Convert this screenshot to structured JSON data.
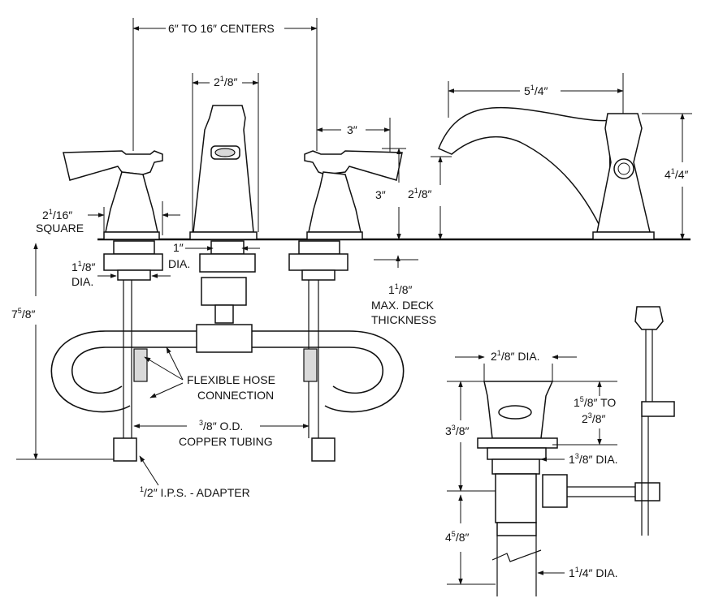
{
  "labels": {
    "centers": "6″ TO 16″ CENTERS",
    "spout_width_top": "2",
    "spout_width_sup": "1",
    "spout_width_den": "/8″",
    "handle_offset": "3″",
    "handle_height": "3″",
    "spout_height_whole": "2",
    "spout_height_sup": "1",
    "spout_height_den": "/8″",
    "reach_whole": "5",
    "reach_sup": "1",
    "reach_den": "/4″",
    "overall_height_whole": "4",
    "overall_height_sup": "1",
    "overall_height_den": "/4″",
    "square_whole": "2",
    "square_sup": "1",
    "square_den": "/16″",
    "square_text": "SQUARE",
    "hole_dia_value": "1″",
    "hole_dia_text": "DIA.",
    "shank_dia_whole": "1",
    "shank_dia_sup": "1",
    "shank_dia_den": "/8″",
    "shank_dia_text": "DIA.",
    "deck_whole": "1",
    "deck_sup": "1",
    "deck_den": "/8″",
    "deck_line1": "MAX. DECK",
    "deck_line2": "THICKNESS",
    "below_whole": "7",
    "below_sup": "5",
    "below_den": "/8″",
    "hose_line1": "FLEXIBLE HOSE",
    "hose_line2": "CONNECTION",
    "copper_sup": "3",
    "copper_den": "/8″  O.D.",
    "copper_line2": "COPPER TUBING",
    "adapter_sup": "1",
    "adapter_den": "/2″ I.P.S. - ADAPTER",
    "drain_dia_whole": "2",
    "drain_dia_sup": "1",
    "drain_dia_den": "/8″ DIA.",
    "drain_height_whole": "3",
    "drain_height_sup": "3",
    "drain_height_den": "/8″",
    "stop_range_whole1": "1",
    "stop_range_sup1": "5",
    "stop_range_den1": "/8″ TO",
    "stop_range_whole2": "2",
    "stop_range_sup2": "3",
    "stop_range_den2": "/8″",
    "neck_dia_whole": "1",
    "neck_dia_sup": "3",
    "neck_dia_den": "/8″ DIA.",
    "tail_len_whole": "4",
    "tail_len_sup": "5",
    "tail_len_den": "/8″",
    "tail_dia_whole": "1",
    "tail_dia_sup": "1",
    "tail_dia_den": "/4″ DIA."
  }
}
